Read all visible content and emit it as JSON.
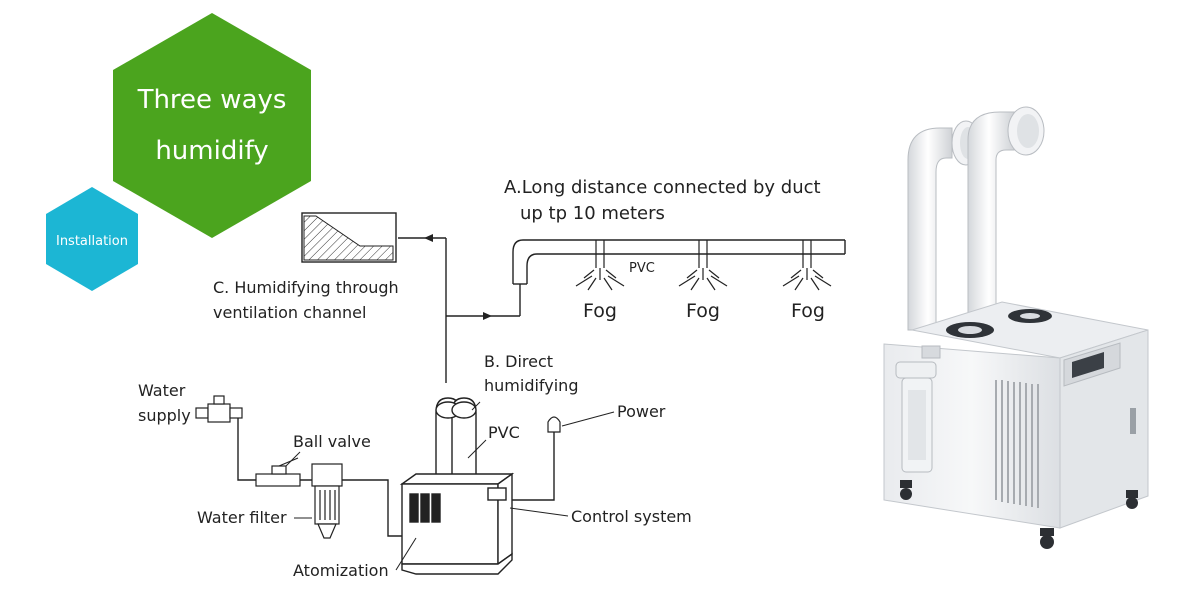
{
  "badges": {
    "main_line1": "Three ways",
    "main_line2": "humidify",
    "main_color": "#4ba41e",
    "sub": "Installation",
    "sub_color": "#1cb6d4"
  },
  "option_a": {
    "line1": "A.Long distance connected by duct",
    "line2": "up tp 10 meters"
  },
  "option_b": {
    "line1": "B. Direct",
    "line2": "humidifying"
  },
  "option_c": {
    "line1": "C. Humidifying through",
    "line2": "ventilation channel"
  },
  "duct": {
    "material": "PVC",
    "outlets": [
      "Fog",
      "Fog",
      "Fog"
    ]
  },
  "components": {
    "water_supply_line1": "Water",
    "water_supply_line2": "supply",
    "ball_valve": "Ball valve",
    "water_filter": "Water filter",
    "atomization": "Atomization",
    "pvc": "PVC",
    "power": "Power",
    "control_system": "Control system"
  }
}
